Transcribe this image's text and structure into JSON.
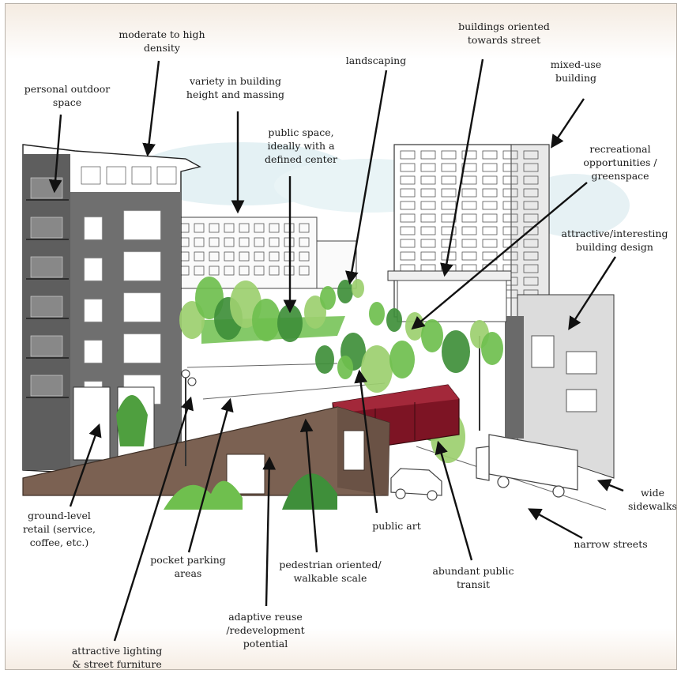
{
  "labels": {
    "moderate_density": "moderate to high\ndensity",
    "personal_outdoor": "personal outdoor\nspace",
    "variety_height": "variety in building\nheight and massing",
    "landscaping": "landscaping",
    "buildings_oriented": "buildings oriented\ntowards street",
    "mixed_use": "mixed-use\nbuilding",
    "public_space": "public space,\nideally with a\ndefined center",
    "recreational": "recreational\nopportunities /\ngreenspace",
    "attractive_design": "attractive/interesting\nbuilding design",
    "ground_retail": "ground-level\nretail (service,\ncoffee, etc.)",
    "pocket_parking": "pocket parking\nareas",
    "pedestrian": "pedestrian oriented/\nwalkable scale",
    "public_art": "public art",
    "abundant_transit": "abundant public\ntransit",
    "wide_sidewalks": "wide\nsidewalks",
    "narrow_streets": "narrow streets",
    "adaptive_reuse": "adaptive reuse\n/redevelopment\npotential",
    "lighting": "attractive lighting\n& street furniture"
  },
  "colors": {
    "dark_building": "#6f6f6f",
    "brown_wall": "#7b6152",
    "tram": "#7d1424",
    "tree_light": "#9ccf6f",
    "tree_mid": "#6fbf4e",
    "tree_dark": "#3f8f3a",
    "arrow": "#111111"
  }
}
